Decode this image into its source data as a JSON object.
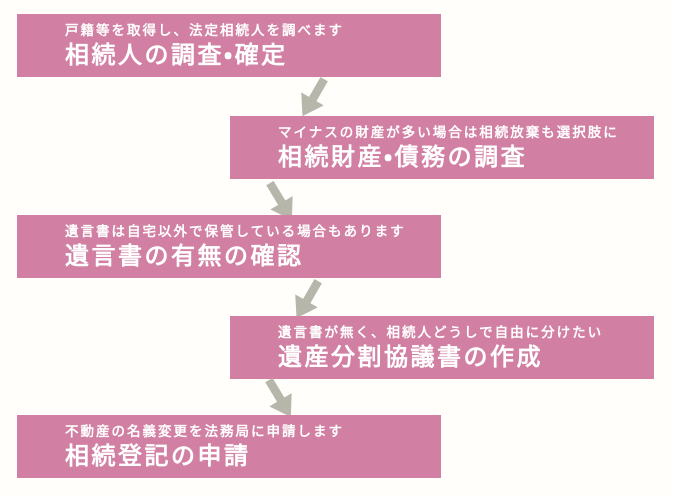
{
  "page": {
    "type": "inheritance-procedure-flowchart",
    "background": "#fffefb"
  },
  "colors": {
    "page_bg": "#fffefb",
    "box_pink": "#d17fa2",
    "arrow_gray": "#b6b6aa",
    "text_white": "#ffffff"
  },
  "steps": [
    {
      "subtitle": "戸籍等を取得し、法定相続人を調べます",
      "title": "相続人の調査・確定",
      "position": "left"
    },
    {
      "subtitle": "マイナスの財産が多い場合は相続放棄も選択肢に",
      "title": "相続財産・債務の調査",
      "position": "right"
    },
    {
      "subtitle": "遺言書は自宅以外で保管している場合もあります",
      "title": "遺言書の有無の確認",
      "position": "left"
    },
    {
      "subtitle": "遺言書が無く、相続人どうしで自由に分けたい",
      "title": "遺産分割協議書の作成",
      "position": "right"
    },
    {
      "subtitle": "不動産の名義変更を法務局に申請します",
      "title": "相続登記の申請",
      "position": "left"
    }
  ],
  "arrows": [
    {
      "icon": "arrow-down-right",
      "from": "相続人の調査・確定",
      "to": "相続財産・債務の調査"
    },
    {
      "icon": "arrow-down-left",
      "from": "相続財産・債務の調査",
      "to": "遺言書の有無の確認"
    },
    {
      "icon": "arrow-down-right",
      "from": "遺言書の有無の確認",
      "to": "遺産分割協議書の作成"
    },
    {
      "icon": "arrow-down-left",
      "from": "遺産分割協議書の作成",
      "to": "相続登記の申請"
    }
  ]
}
